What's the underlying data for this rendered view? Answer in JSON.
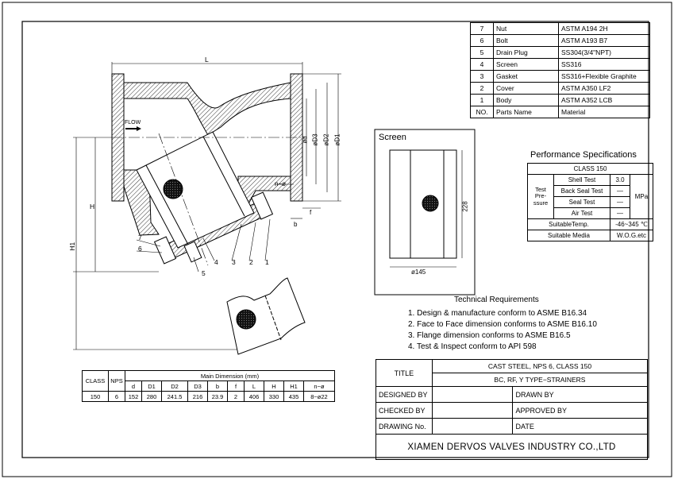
{
  "parts_table": {
    "rows": [
      {
        "no": "7",
        "name": "Nut",
        "material": "ASTM A194 2H"
      },
      {
        "no": "6",
        "name": "Bolt",
        "material": "ASTM A193 B7"
      },
      {
        "no": "5",
        "name": "Drain Plug",
        "material": "SS304(3/4\"NPT)"
      },
      {
        "no": "4",
        "name": "Screen",
        "material": "SS316"
      },
      {
        "no": "3",
        "name": "Gasket",
        "material": "SS316+Flexible Graphite"
      },
      {
        "no": "2",
        "name": "Cover",
        "material": "ASTM A350 LF2"
      },
      {
        "no": "1",
        "name": "Body",
        "material": "ASTM A352 LCB"
      }
    ],
    "header": {
      "no": "NO.",
      "name": "Parts Name",
      "material": "Material"
    }
  },
  "performance": {
    "title": "Performance Specifications",
    "class_label": "CLASS 150",
    "test_pressure_label": "Test Pre- ssure",
    "unit": "MPa",
    "tests": [
      {
        "name": "Shell Test",
        "value": "3.0"
      },
      {
        "name": "Back Seal Test",
        "value": "—"
      },
      {
        "name": "Seal Test",
        "value": "—"
      },
      {
        "name": "Air Test",
        "value": "—"
      }
    ],
    "suitable_temp_label": "SuitableTemp.",
    "suitable_temp_value": "-46~345 ℃",
    "suitable_media_label": "Suitable Media",
    "suitable_media_value": "W.O.G.etc"
  },
  "drawing_labels": {
    "length": "L",
    "flow": "FLOW",
    "height": "H",
    "height1": "H1",
    "d": "ød",
    "d1": "øD1",
    "d2": "øD2",
    "d3": "øD3",
    "b": "b",
    "f": "f",
    "n_phi": "n−ø",
    "callouts": [
      "7",
      "6",
      "5",
      "4",
      "3",
      "2",
      "1"
    ]
  },
  "screen_view": {
    "title": "Screen",
    "height": "228",
    "diameter": "ø145"
  },
  "technical_requirements": {
    "title": "Technical Requirements",
    "items": [
      "1. Design & manufacture conform to ASME B16.34",
      "2. Face to Face dimension conforms to ASME B16.10",
      "3. Flange dimension conforms to ASME B16.5",
      "4. Test & Inspect conform to API 598"
    ]
  },
  "dimension_table": {
    "class_label": "CLASS",
    "nps_label": "NPS",
    "group_label": "Main Dimension (mm)",
    "columns": [
      "d",
      "D1",
      "D2",
      "D3",
      "b",
      "f",
      "L",
      "H",
      "H1",
      "n−ø"
    ],
    "class_value": "150",
    "nps_value": "6",
    "values": [
      "152",
      "280",
      "241.5",
      "216",
      "23.9",
      "2",
      "406",
      "330",
      "435",
      "8−ø22"
    ]
  },
  "title_block": {
    "title_label": "TITLE",
    "title_line1": "CAST STEEL, NPS 6, CLASS 150",
    "title_line2": "BC, RF, Y TYPE−STRAINERS",
    "designed_by": "DESIGNED BY",
    "drawn_by": "DRAWN BY",
    "checked_by": "CHECKED  BY",
    "approved_by": "APPROVED BY",
    "drawing_no": "DRAWING No.",
    "date": "DATE",
    "company": "XIAMEN DERVOS VALVES INDUSTRY CO.,LTD"
  }
}
